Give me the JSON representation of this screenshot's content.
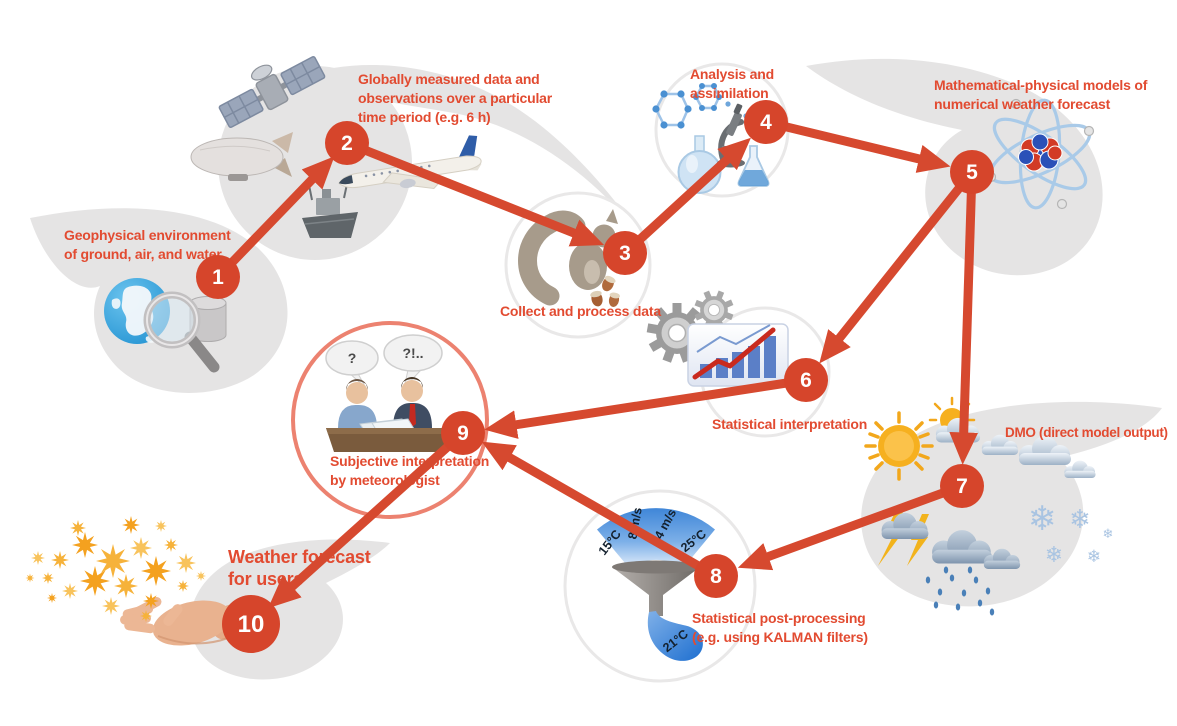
{
  "diagram": {
    "steps": [
      {
        "num": "1",
        "lines": [
          "Geophysical environment",
          "of ground, air, and water"
        ]
      },
      {
        "num": "2",
        "lines": [
          "Globally measured data and",
          "observations over a particular",
          "time period (e.g. 6 h)"
        ]
      },
      {
        "num": "3",
        "lines": [
          "Collect and process data"
        ]
      },
      {
        "num": "4",
        "lines": [
          "Analysis and",
          "assimilation"
        ]
      },
      {
        "num": "5",
        "lines": [
          "Mathematical-physical models of",
          "numerical weather forecast"
        ]
      },
      {
        "num": "6",
        "lines": [
          "Statistical interpretation"
        ]
      },
      {
        "num": "7",
        "lines": [
          "DMO (direct model output)"
        ]
      },
      {
        "num": "8",
        "lines": [
          "Statistical post-processing",
          "(e.g. using KALMAN filters)"
        ]
      },
      {
        "num": "9",
        "lines": [
          "Subjective interpretation",
          "by meteorologist"
        ]
      },
      {
        "num": "10",
        "lines": [
          "Weather forecast",
          "for users"
        ]
      }
    ],
    "funnel": {
      "fan_labels": [
        "15°C",
        "8 m/s",
        "4 m/s",
        "25°C"
      ],
      "drop_label": "21°C"
    },
    "speech": {
      "left": "?",
      "right": "?!.."
    },
    "icons": {
      "snowflake_glyph": "❄"
    },
    "colors": {
      "accent_red": "#d6492f",
      "label_red": "#e24b31",
      "blob_gray": "#e5e4e4",
      "ring_gray": "#e9e8e8",
      "salmon_ring": "#ec8270",
      "fan_blue": "#3f86d8",
      "sun_yellow": "#f6b01f"
    }
  }
}
